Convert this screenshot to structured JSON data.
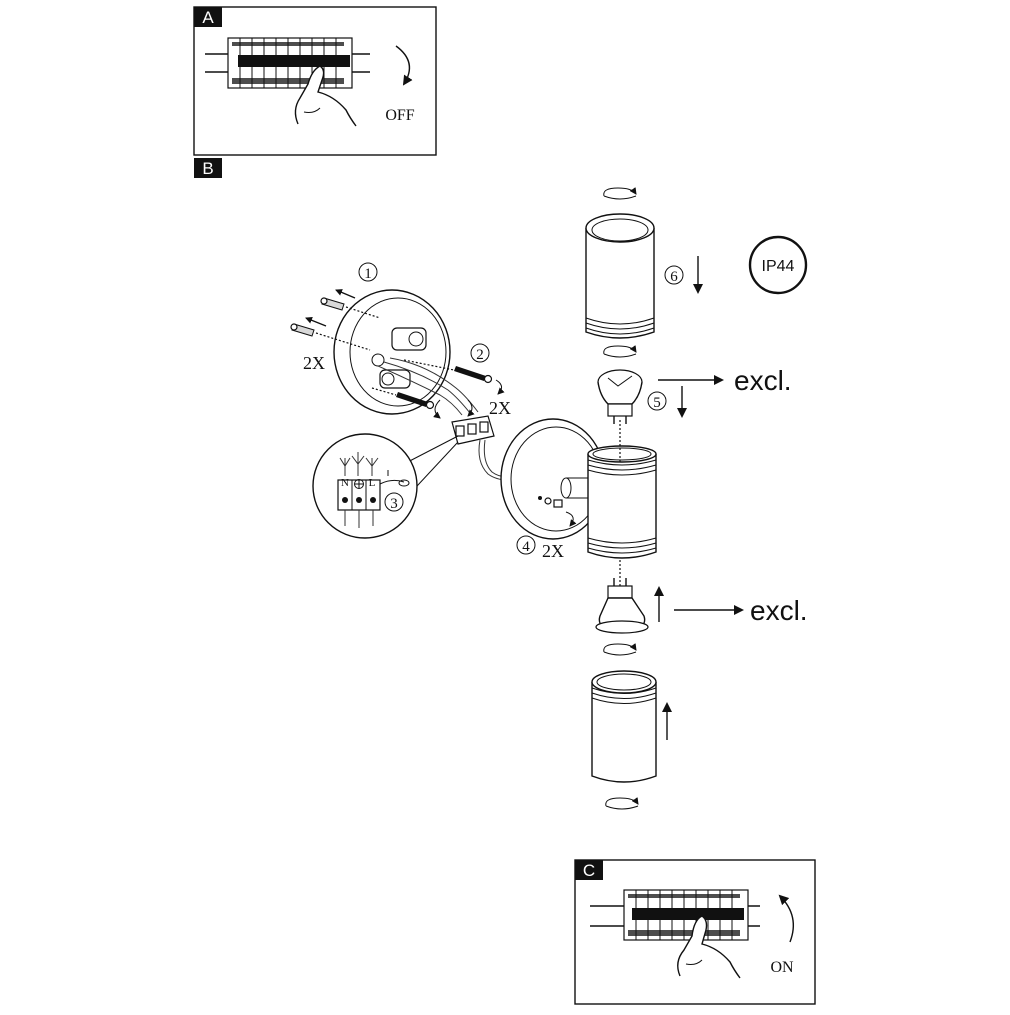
{
  "panels": {
    "a": {
      "letter": "A",
      "label": "OFF"
    },
    "b": {
      "letter": "B"
    },
    "c": {
      "letter": "C",
      "label": "ON"
    }
  },
  "steps": [
    "1",
    "2",
    "3",
    "4",
    "5",
    "6"
  ],
  "terminal_labels": {
    "neutral": "N",
    "live": "L"
  },
  "quantities": {
    "wall_plugs": "2X",
    "screws": "2X",
    "set_screws": "2X"
  },
  "rating": "IP44",
  "notes": {
    "bulb_top": "excl.",
    "bulb_bottom": "excl."
  },
  "colors": {
    "ink": "#111111",
    "badge": "#111111",
    "background": "#ffffff"
  }
}
